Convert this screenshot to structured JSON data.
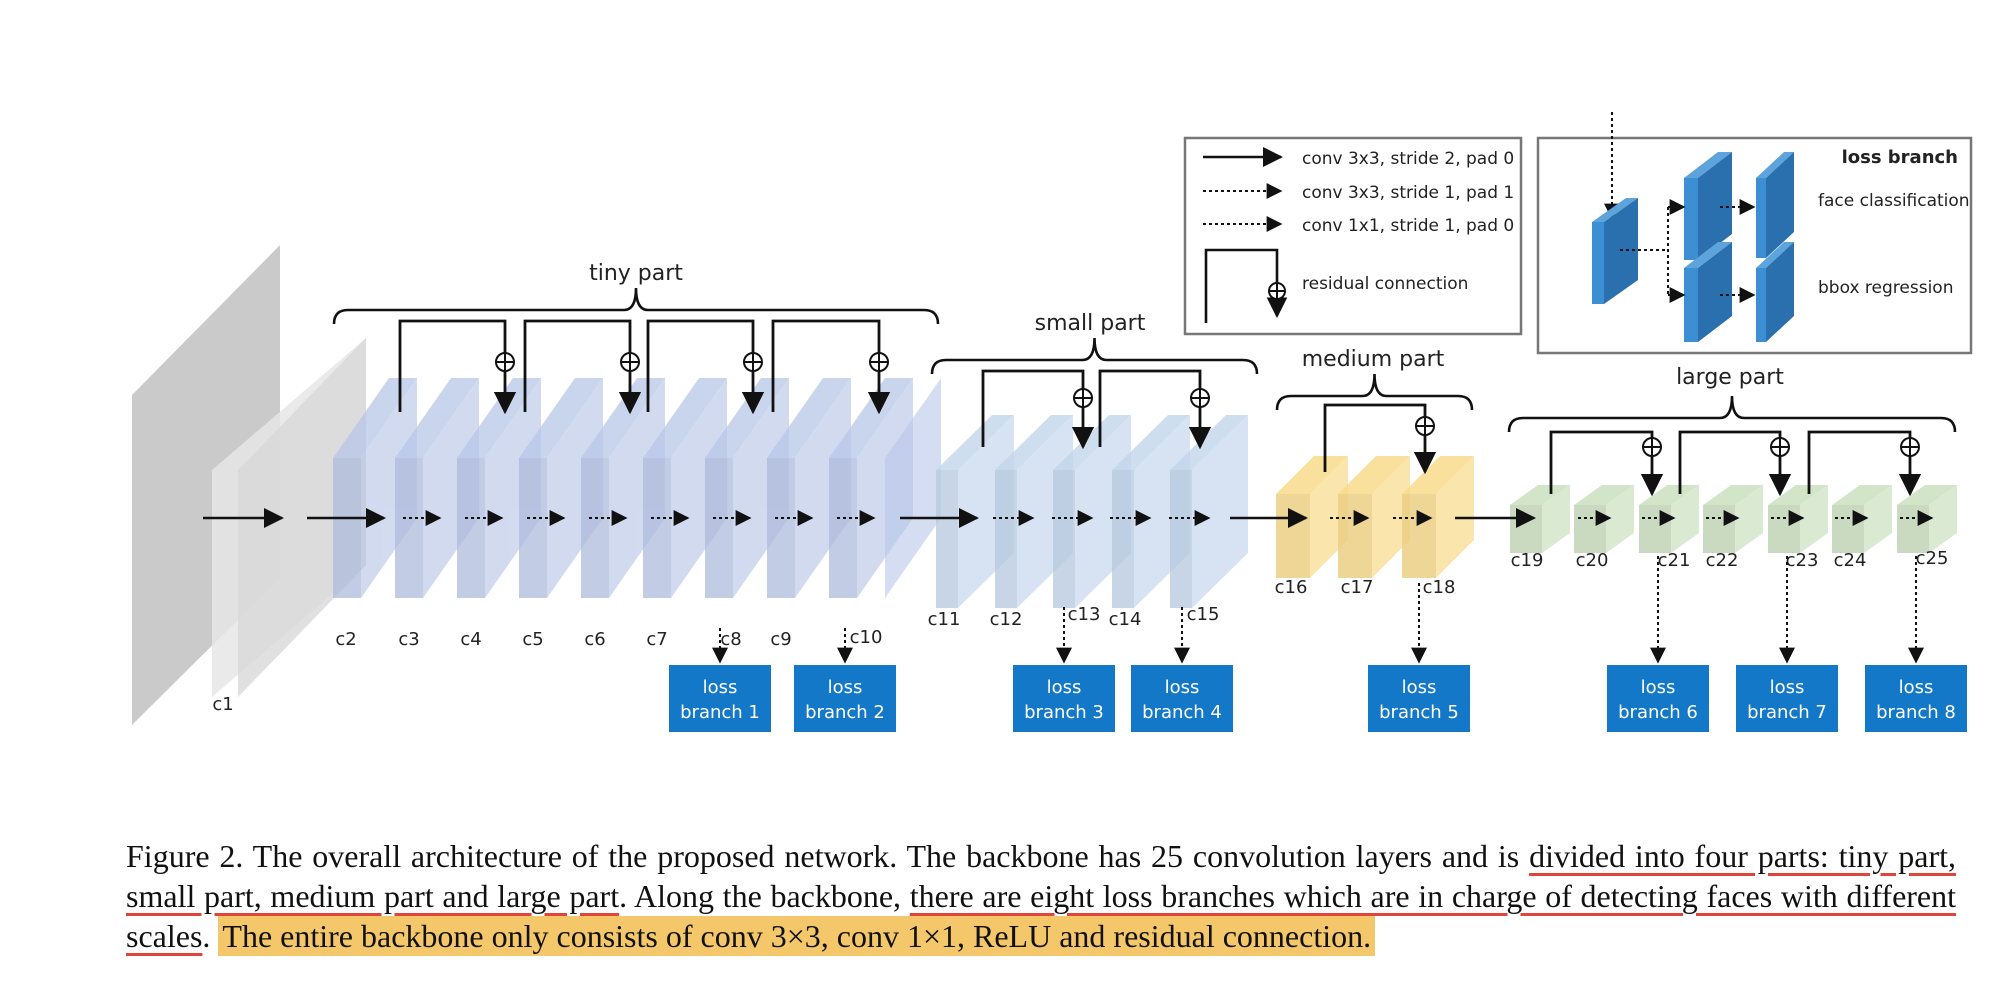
{
  "diagram": {
    "part_labels": {
      "tiny": "tiny  part",
      "small": "small  part",
      "medium": "medium part",
      "large": "large part"
    },
    "layers": [
      "c1",
      "c2",
      "c3",
      "c4",
      "c5",
      "c6",
      "c7",
      "c8",
      "c9",
      "c10",
      "c11",
      "c12",
      "c13",
      "c14",
      "c15",
      "c16",
      "c17",
      "c18",
      "c19",
      "c20",
      "c21",
      "c22",
      "c23",
      "c24",
      "c25"
    ],
    "loss_branches": [
      {
        "line1": "loss",
        "line2": "branch 1"
      },
      {
        "line1": "loss",
        "line2": "branch 2"
      },
      {
        "line1": "loss",
        "line2": "branch 3"
      },
      {
        "line1": "loss",
        "line2": "branch 4"
      },
      {
        "line1": "loss",
        "line2": "branch 5"
      },
      {
        "line1": "loss",
        "line2": "branch 6"
      },
      {
        "line1": "loss",
        "line2": "branch 7"
      },
      {
        "line1": "loss",
        "line2": "branch 8"
      }
    ],
    "legend": {
      "conv_s2": "conv 3x3, stride 2, pad 0",
      "conv_s1_3": "conv 3x3, stride 1, pad 1",
      "conv_s1_1": "conv 1x1, stride 1, pad 0",
      "residual": "residual connection"
    },
    "loss_panel": {
      "title": "loss branch",
      "face": "face classification",
      "bbox": "bbox regression"
    },
    "colors": {
      "tiny": "#b8c6e8",
      "small": "#c4d6ec",
      "medium": "#f8dc8c",
      "large": "#cfe3c4",
      "loss": "#1478c8",
      "input": "#bdbdbd"
    }
  },
  "caption": {
    "part1": "Figure 2. The overall architecture of the proposed network.  The backbone has 25 convolution layers and is ",
    "u1": "divided into four parts: tiny part, small part, medium part and large part",
    "part2": ". Along the backbone, ",
    "u2": "there are eight loss branches which are in charge of detecting faces with different scales",
    "part3": ". ",
    "hl": "The entire backbone only consists of conv 3×3, conv 1×1, ReLU and residual connection."
  }
}
